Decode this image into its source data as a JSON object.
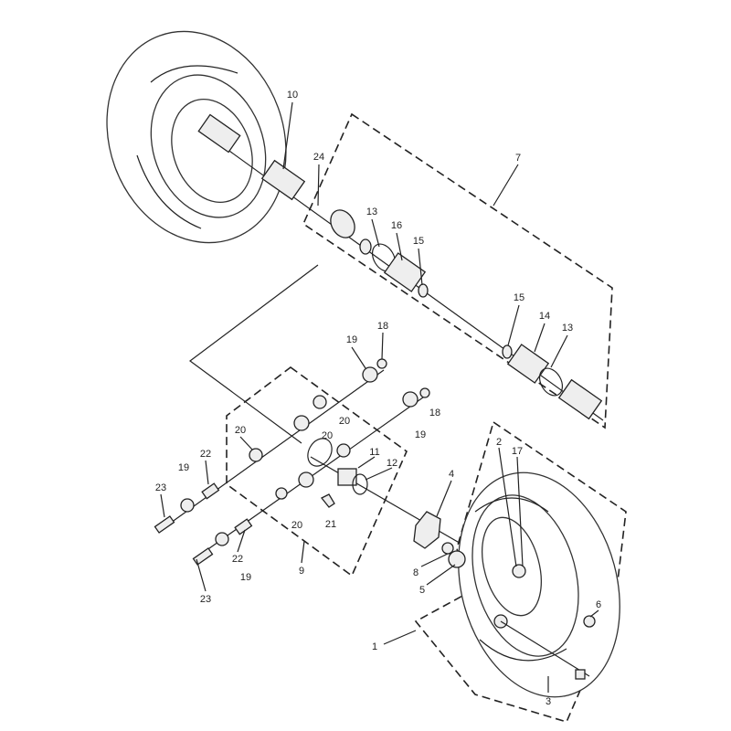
{
  "diagram": {
    "type": "exploded parts diagram - front wheel, drive axle and steering knuckle",
    "callouts": [
      {
        "id": "c10",
        "label": "10"
      },
      {
        "id": "c24",
        "label": "24"
      },
      {
        "id": "c7",
        "label": "7"
      },
      {
        "id": "c13a",
        "label": "13"
      },
      {
        "id": "c16",
        "label": "16"
      },
      {
        "id": "c15a",
        "label": "15"
      },
      {
        "id": "c15b",
        "label": "15"
      },
      {
        "id": "c14",
        "label": "14"
      },
      {
        "id": "c13b",
        "label": "13"
      },
      {
        "id": "c18a",
        "label": "18"
      },
      {
        "id": "c19a",
        "label": "19"
      },
      {
        "id": "c18b",
        "label": "18"
      },
      {
        "id": "c19b",
        "label": "19"
      },
      {
        "id": "c20a",
        "label": "20"
      },
      {
        "id": "c20b",
        "label": "20"
      },
      {
        "id": "c20c",
        "label": "20"
      },
      {
        "id": "c11",
        "label": "11"
      },
      {
        "id": "c12",
        "label": "12"
      },
      {
        "id": "c22a",
        "label": "22"
      },
      {
        "id": "c19c",
        "label": "19"
      },
      {
        "id": "c23a",
        "label": "23"
      },
      {
        "id": "c21",
        "label": "21"
      },
      {
        "id": "c20d",
        "label": "20"
      },
      {
        "id": "c22b",
        "label": "22"
      },
      {
        "id": "c19d",
        "label": "19"
      },
      {
        "id": "c23b",
        "label": "23"
      },
      {
        "id": "c9",
        "label": "9"
      },
      {
        "id": "c4",
        "label": "4"
      },
      {
        "id": "c8",
        "label": "8"
      },
      {
        "id": "c5",
        "label": "5"
      },
      {
        "id": "c2",
        "label": "2"
      },
      {
        "id": "c17",
        "label": "17"
      },
      {
        "id": "c6",
        "label": "6"
      },
      {
        "id": "c1",
        "label": "1"
      },
      {
        "id": "c3",
        "label": "3"
      }
    ]
  }
}
